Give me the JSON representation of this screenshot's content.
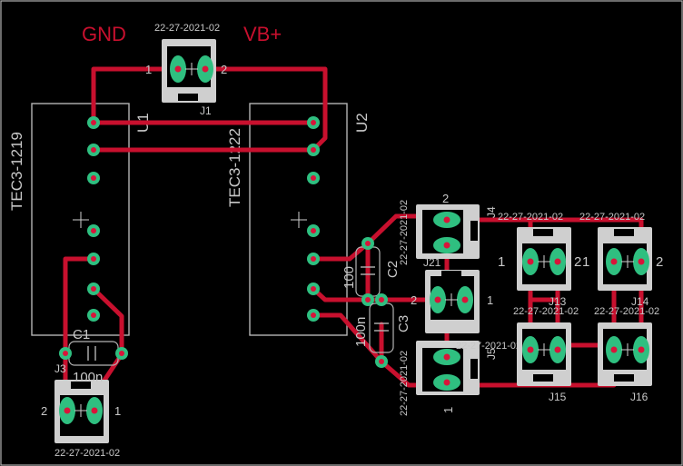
{
  "nets": {
    "gnd_label": "GND",
    "vb_label": "VB+"
  },
  "modules": {
    "u1": {
      "ref": "U1",
      "value": "TEC3-1219"
    },
    "u2": {
      "ref": "U2",
      "value": "TEC3-1222"
    }
  },
  "connectors": {
    "part_number": "22-27-2021-02",
    "pin1": "1",
    "pin2": "2",
    "refs": {
      "j1": "J1",
      "j3": "J3",
      "j4": "J4",
      "j21": "J21",
      "j5": "J5",
      "j13": "J13",
      "j14": "J14",
      "j15": "J15",
      "j16": "J16"
    }
  },
  "capacitors": {
    "c1": {
      "ref": "C1",
      "value": "100n"
    },
    "c2": {
      "ref": "C2",
      "value": "100"
    },
    "c3": {
      "ref": "C3",
      "value": "100n"
    }
  },
  "colors": {
    "background": "#000000",
    "copper": "#c8102e",
    "pad": "#2fbf80",
    "silkscreen": "#b4b4b4"
  }
}
